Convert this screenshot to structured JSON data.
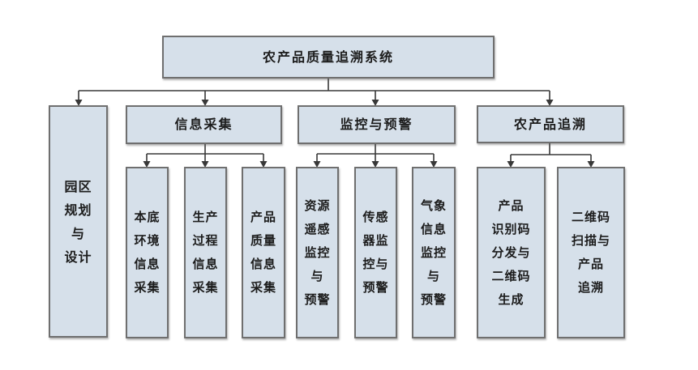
{
  "colors": {
    "box_fill": "#d6e0ea",
    "box_border": "#6f6f6f",
    "line": "#383838",
    "text": "#1c1c1c",
    "bg": "#ffffff"
  },
  "root": {
    "label": "农产品质量追溯系统"
  },
  "park": {
    "label": "园区\n规划\n与\n设计"
  },
  "groups": [
    {
      "header": "信息采集",
      "items": [
        {
          "label": "本底\n环境\n信息\n采集"
        },
        {
          "label": "生产\n过程\n信息\n采集"
        },
        {
          "label": "产品\n质量\n信息\n采集"
        }
      ]
    },
    {
      "header": "监控与预警",
      "items": [
        {
          "label": "资源\n遥感\n监控\n与\n预警"
        },
        {
          "label": "传感\n器监\n控与\n预警"
        },
        {
          "label": "气象\n信息\n监控\n与\n预警"
        }
      ]
    },
    {
      "header": "农产品追溯",
      "items": [
        {
          "label": "产品\n识别码\n分发与\n二维码\n生成"
        },
        {
          "label": "二维码\n扫描与\n产品\n追溯"
        }
      ]
    }
  ]
}
